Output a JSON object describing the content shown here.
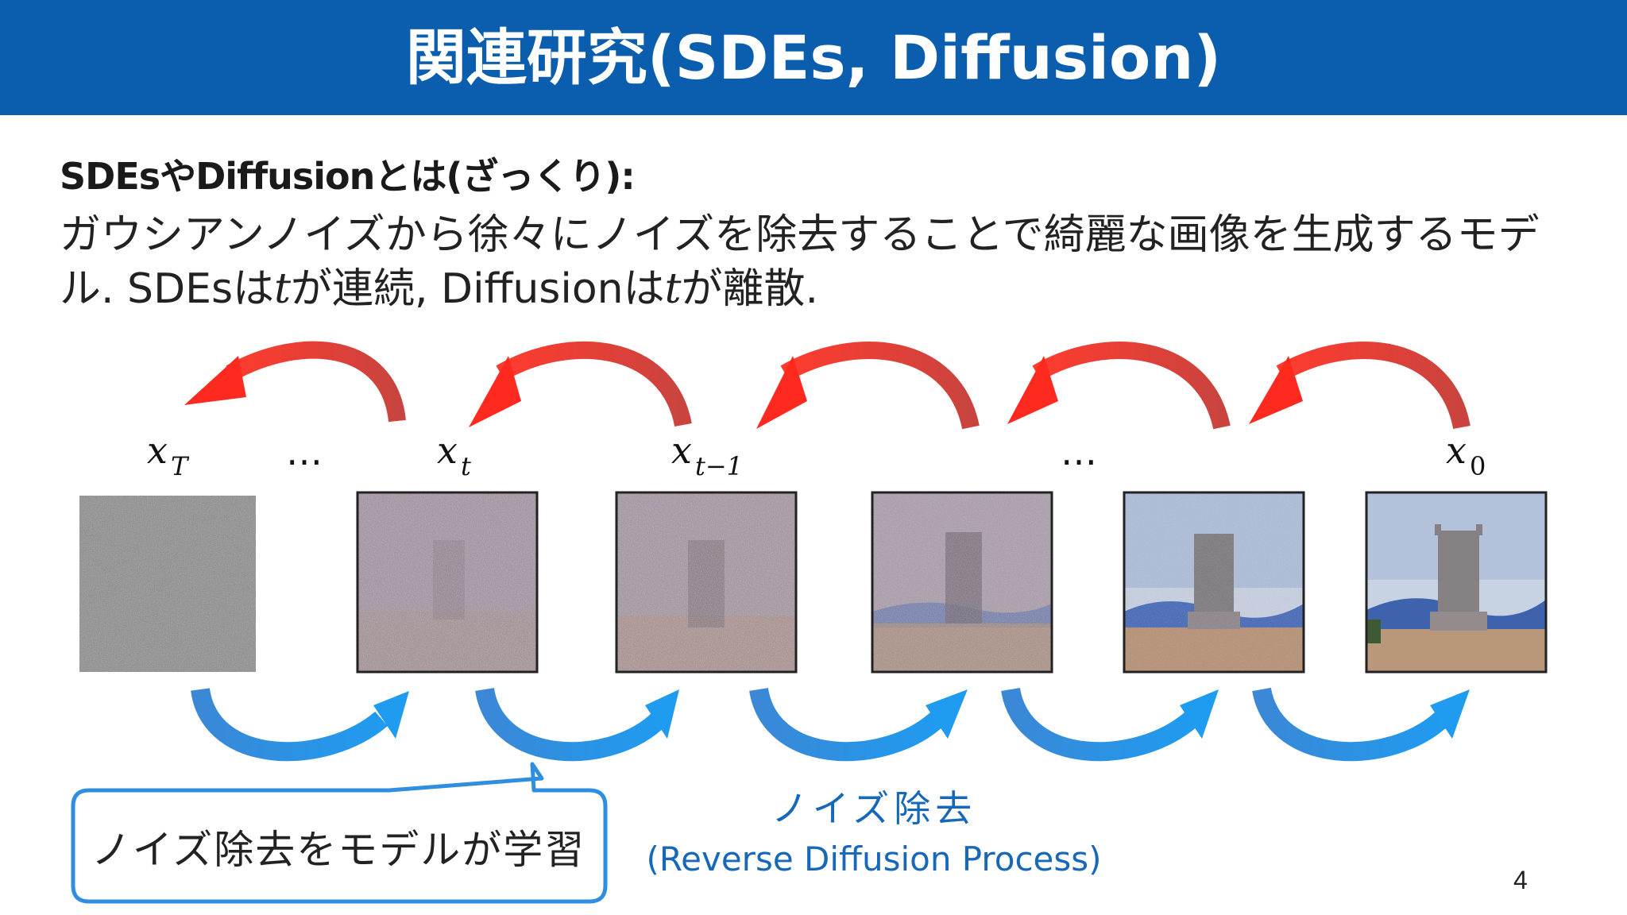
{
  "slide": {
    "title": "関連研究(SDEs, Diffusion)",
    "subheading": "SDEsやDiffusionとは(ざっくり):",
    "body": {
      "part1": "ガウシアンノイズから徐々にノイズを除去することで綺麗な画像を生成するモデル. SDEsは",
      "var1": "t",
      "part2": "が連続, Diffusionは",
      "var2": "t",
      "part3": "が離散."
    },
    "labels": {
      "xT": {
        "base": "x",
        "sub": "T"
      },
      "dots1": "…",
      "xt": {
        "base": "x",
        "sub": "t"
      },
      "xt1": {
        "base": "x",
        "sub": "t−1"
      },
      "dots2": "…",
      "x0": {
        "base": "x",
        "sub": "0"
      }
    },
    "caption": {
      "ja": "ノイズ除去",
      "en": "(Reverse Diffusion Process)"
    },
    "callout": "ノイズ除去をモデルが学習",
    "page_number": "4",
    "colors": {
      "title_bar": "#0b5eae",
      "red_arrow": "#e52a2a",
      "blue_arrow": "#2c8fe0",
      "caption": "#1768b8",
      "callout_border": "#2f8ee0"
    }
  }
}
